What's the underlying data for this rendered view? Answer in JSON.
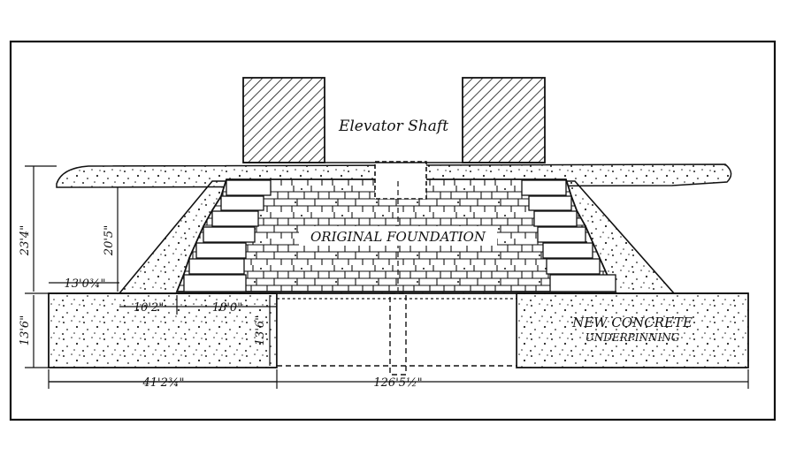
{
  "labels": {
    "elevator_shaft": "Elevator Shaft",
    "original_foundation": "ORIGINAL FOUNDATION",
    "new_concrete_line1": "NEW CONCRETE",
    "new_concrete_line2": "UNDERPINNING"
  },
  "dimensions": {
    "total_height_upper": "23'4\"",
    "foundation_height": "20'5\"",
    "offset_13": "13'0¾\"",
    "underpin_height": "13'6\"",
    "offset_10": "10'2\"",
    "offset_18": "18'0\"",
    "pit_depth": "13'6\"",
    "left_width": "41'2¾\"",
    "total_width": "126'5½\""
  }
}
